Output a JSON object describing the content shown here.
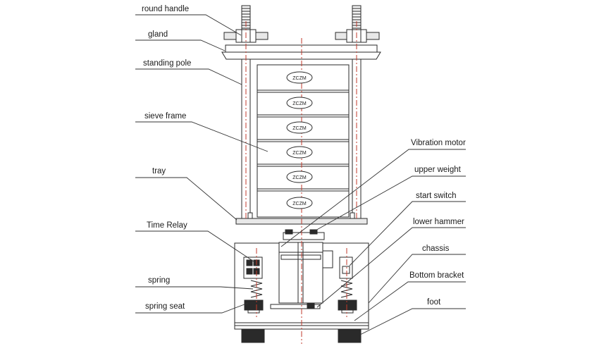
{
  "title": "Vibrating sieve shaker structure diagram",
  "left_labels": {
    "round_handle": "round handle",
    "gland": "gland",
    "standing_pole": "standing pole",
    "sieve_frame": "sieve frame",
    "tray": "tray",
    "time_relay": "Time Relay",
    "spring": "spring",
    "spring_seat": "spring seat"
  },
  "right_labels": {
    "vibration_motor": "Vibration motor",
    "upper_weight": "upper weight",
    "start_switch": "start switch",
    "lower_hammer": "lower hammer",
    "chassis": "chassis",
    "bottom_bracket": "Bottom bracket",
    "foot": "foot"
  },
  "sieve_plate_text": "ZCZM",
  "sieve_count": 6,
  "colors": {
    "line": "#2a2a2a",
    "centerline": "#c0392b",
    "background": "#ffffff"
  }
}
